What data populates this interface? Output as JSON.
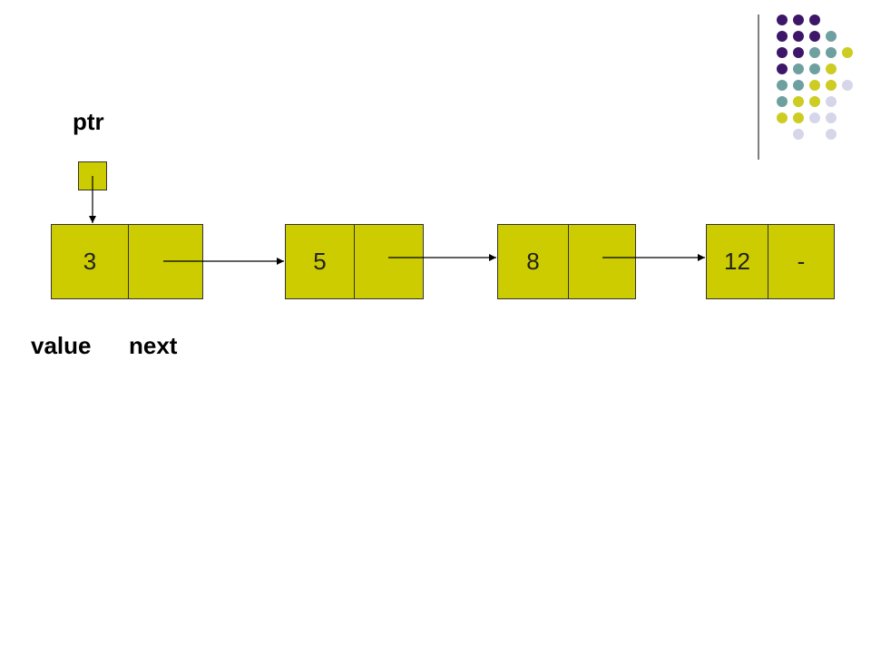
{
  "labels": {
    "ptr": "ptr",
    "value": "value",
    "next": "next"
  },
  "nodes": [
    {
      "value": "3",
      "next": ""
    },
    {
      "value": "5",
      "next": ""
    },
    {
      "value": "8",
      "next": ""
    },
    {
      "value": "12",
      "next": "-"
    }
  ],
  "colors": {
    "node_fill": "#cccc00",
    "outline": "#333333",
    "dot_purple": "#3d1669",
    "dot_teal": "#6fa0a0",
    "dot_yellow": "#cccc22",
    "dot_lavender": "#d6d6ea",
    "divider": "#555555"
  }
}
